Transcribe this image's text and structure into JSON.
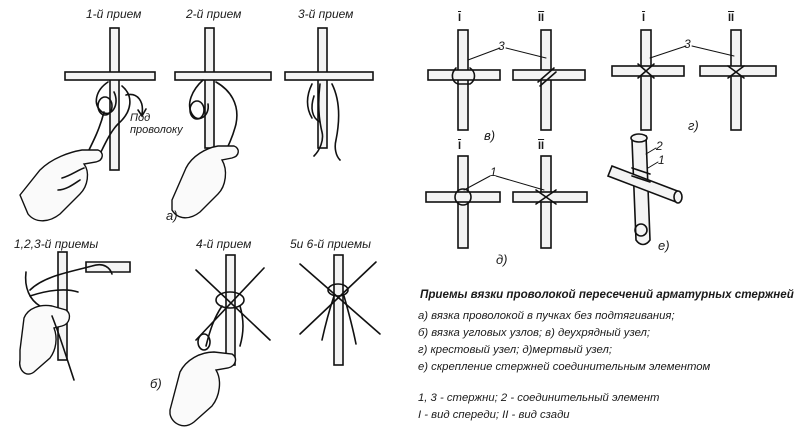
{
  "left_panel": {
    "step_labels": [
      "1-й прием",
      "2-й прием",
      "3-й прием",
      "1,2,3-й приемы",
      "4-й прием",
      "5и 6-й приемы"
    ],
    "under_wire_label": "Под проволоку",
    "caption_a": "а)",
    "caption_b": "б)"
  },
  "right_panel": {
    "view_I": "I",
    "view_II": "II",
    "callout_3": "3",
    "callout_1": "1",
    "callout_2": "2",
    "caption_v": "в)",
    "caption_g": "г)",
    "caption_d": "д)",
    "caption_e": "е)"
  },
  "legend": {
    "title": "Приемы вязки проволокой пересечений арматурных стержней",
    "items": [
      "а) вязка проволокой в пучках без подтягивания;",
      "б) вязка угловых узлов; в) деухрядный узел;",
      "г) крестовый узел; д)мертвый узел;",
      "е) скрепление стержней соединительным элементом"
    ],
    "key_1": "1, 3 - стержни; 2 - соединительный элемент",
    "key_2": "I - вид спереди; II - вид сзади"
  }
}
